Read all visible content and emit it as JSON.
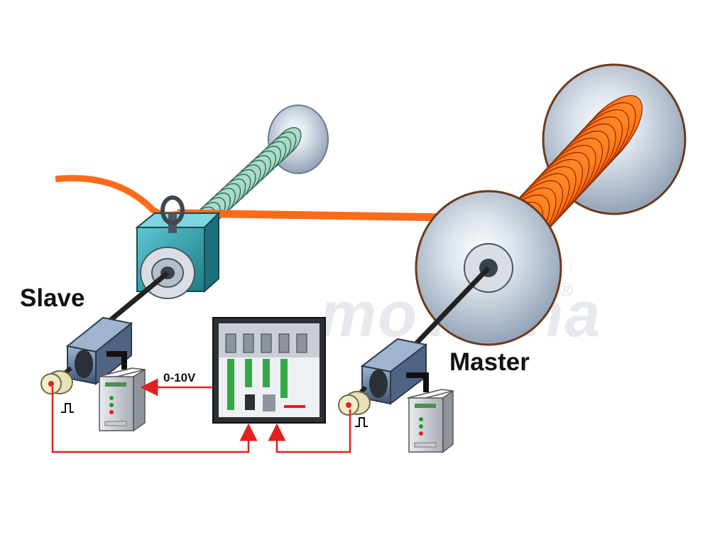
{
  "labels": {
    "slave": "Slave",
    "master": "Master",
    "voltage": "0-10V"
  },
  "watermark": {
    "brand": "moTrona",
    "registered": "®"
  },
  "colors": {
    "cable": "#ff6a1a",
    "coil": "#ff5a00",
    "wire": "#e02020",
    "teal_block": "#2fa6b3",
    "screw": "#a8dcc8",
    "motor": "#6f86a6",
    "controller_frame": "#2b2f36"
  },
  "icons": {
    "pulse": "square-pulse-icon"
  }
}
